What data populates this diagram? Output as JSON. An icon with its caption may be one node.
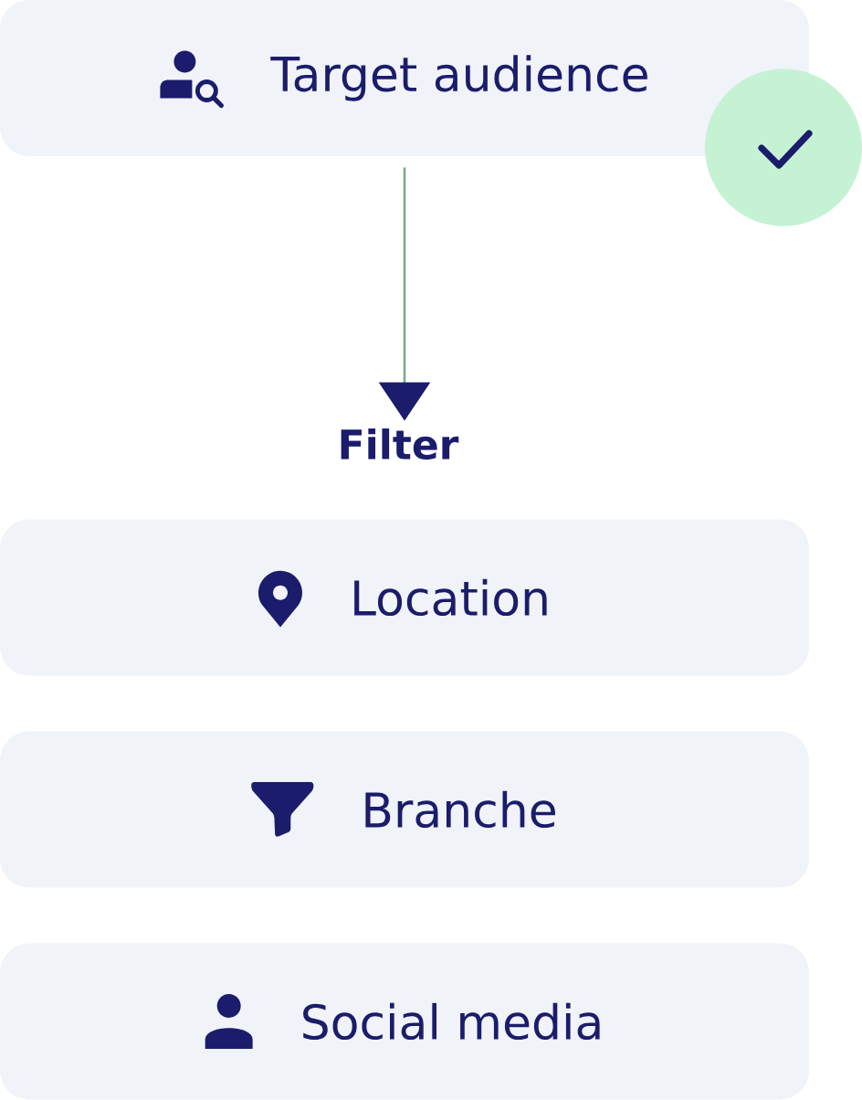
{
  "diagram": {
    "nodes": [
      {
        "text": [
          "Target audience"
        ]
      },
      {
        "text": [
          "Filter"
        ]
      },
      {
        "text": [
          "Location"
        ]
      },
      {
        "text": [
          "Branche"
        ]
      },
      {
        "text": [
          "Social media"
        ]
      }
    ],
    "edges": [
      {
        "from": 0,
        "to": 1,
        "arrow": "to"
      }
    ]
  }
}
